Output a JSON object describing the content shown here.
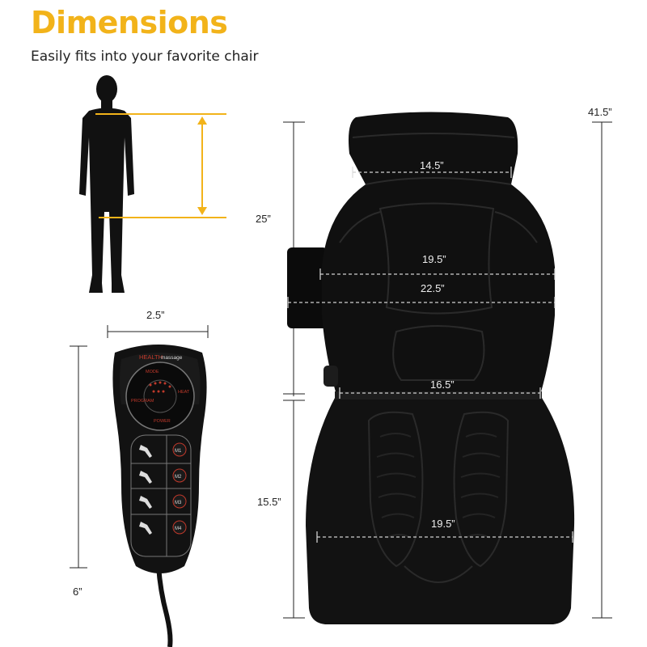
{
  "header": {
    "title": "Dimensions",
    "subtitle": "Easily fits into your favorite chair"
  },
  "accent_color": "#f2b31a",
  "remote": {
    "brand": "HEALTH",
    "brand_suffix": "massage",
    "width": "2.5”",
    "length": "6”",
    "labels": {
      "mode": "MODE",
      "heat": "HEAT",
      "program": "PROGRAM",
      "power": "POWER"
    },
    "zone_buttons": [
      "M1",
      "M2",
      "M3",
      "M4"
    ]
  },
  "cushion": {
    "total_height": "41.5”",
    "back_height": "25”",
    "seat_height": "15.5”",
    "head_width": "14.5”",
    "back_width": "19.5”",
    "bolster_width": "22.5”",
    "waist_width": "16.5”",
    "seat_width": "19.5”"
  }
}
